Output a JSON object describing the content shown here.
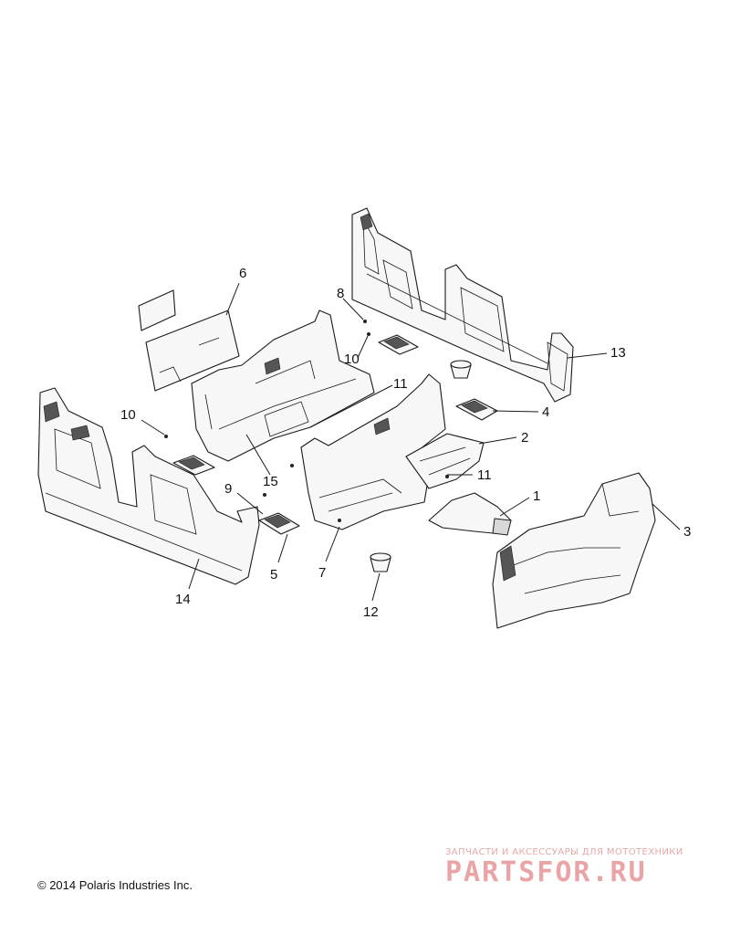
{
  "callouts": [
    {
      "id": "c1",
      "label": "1"
    },
    {
      "id": "c2",
      "label": "2"
    },
    {
      "id": "c3",
      "label": "3"
    },
    {
      "id": "c4",
      "label": "4"
    },
    {
      "id": "c5",
      "label": "5"
    },
    {
      "id": "c6",
      "label": "6"
    },
    {
      "id": "c7",
      "label": "7"
    },
    {
      "id": "c8",
      "label": "8"
    },
    {
      "id": "c9",
      "label": "9"
    },
    {
      "id": "c10a",
      "label": "10"
    },
    {
      "id": "c10b",
      "label": "10"
    },
    {
      "id": "c11a",
      "label": "11"
    },
    {
      "id": "c11b",
      "label": "11"
    },
    {
      "id": "c12",
      "label": "12"
    },
    {
      "id": "c13",
      "label": "13"
    },
    {
      "id": "c14",
      "label": "14"
    },
    {
      "id": "c15",
      "label": "15"
    }
  ],
  "copyright": "© 2014 Polaris Industries Inc.",
  "watermark": {
    "tagline": "ЗАПЧАСТИ И АКСЕССУАРЫ ДЛЯ МОТОТЕХНИКИ",
    "brand": "PARTSFOR.RU",
    "color": "#e9a5a5"
  }
}
